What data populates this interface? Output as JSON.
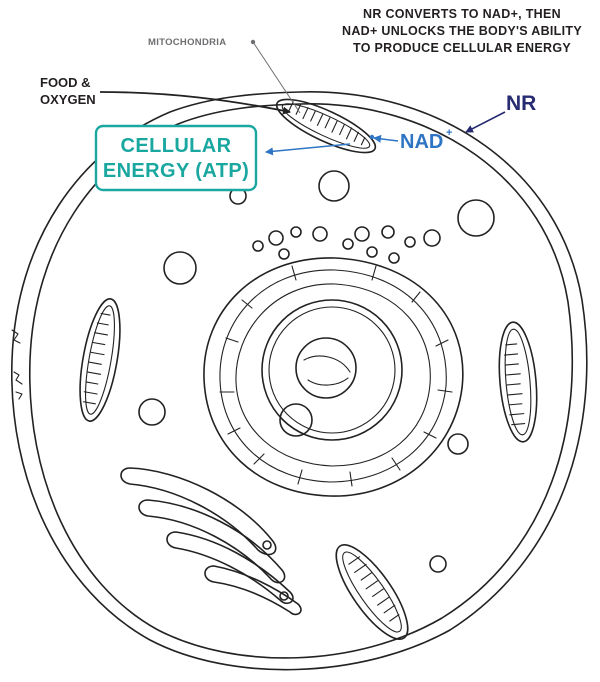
{
  "caption": {
    "line1": "NR CONVERTS TO NAD+, THEN",
    "line2": "NAD+ UNLOCKS THE BODY'S ABILITY",
    "line3": "TO PRODUCE CELLULAR ENERGY"
  },
  "labels": {
    "mitochondria": "MITOCHONDRIA",
    "food_line1": "FOOD &",
    "food_line2": "OXYGEN",
    "nr": "NR",
    "nad": "NAD",
    "nad_superscript": "+",
    "atp_line1": "CELLULAR",
    "atp_line2": "ENERGY (ATP)"
  },
  "colors": {
    "dark_text": "#231f20",
    "grey_text": "#6d6e71",
    "nr_navy": "#272b72",
    "nad_blue": "#2e75c4",
    "atp_teal": "#1aa7a0",
    "line_art": "#222222"
  }
}
